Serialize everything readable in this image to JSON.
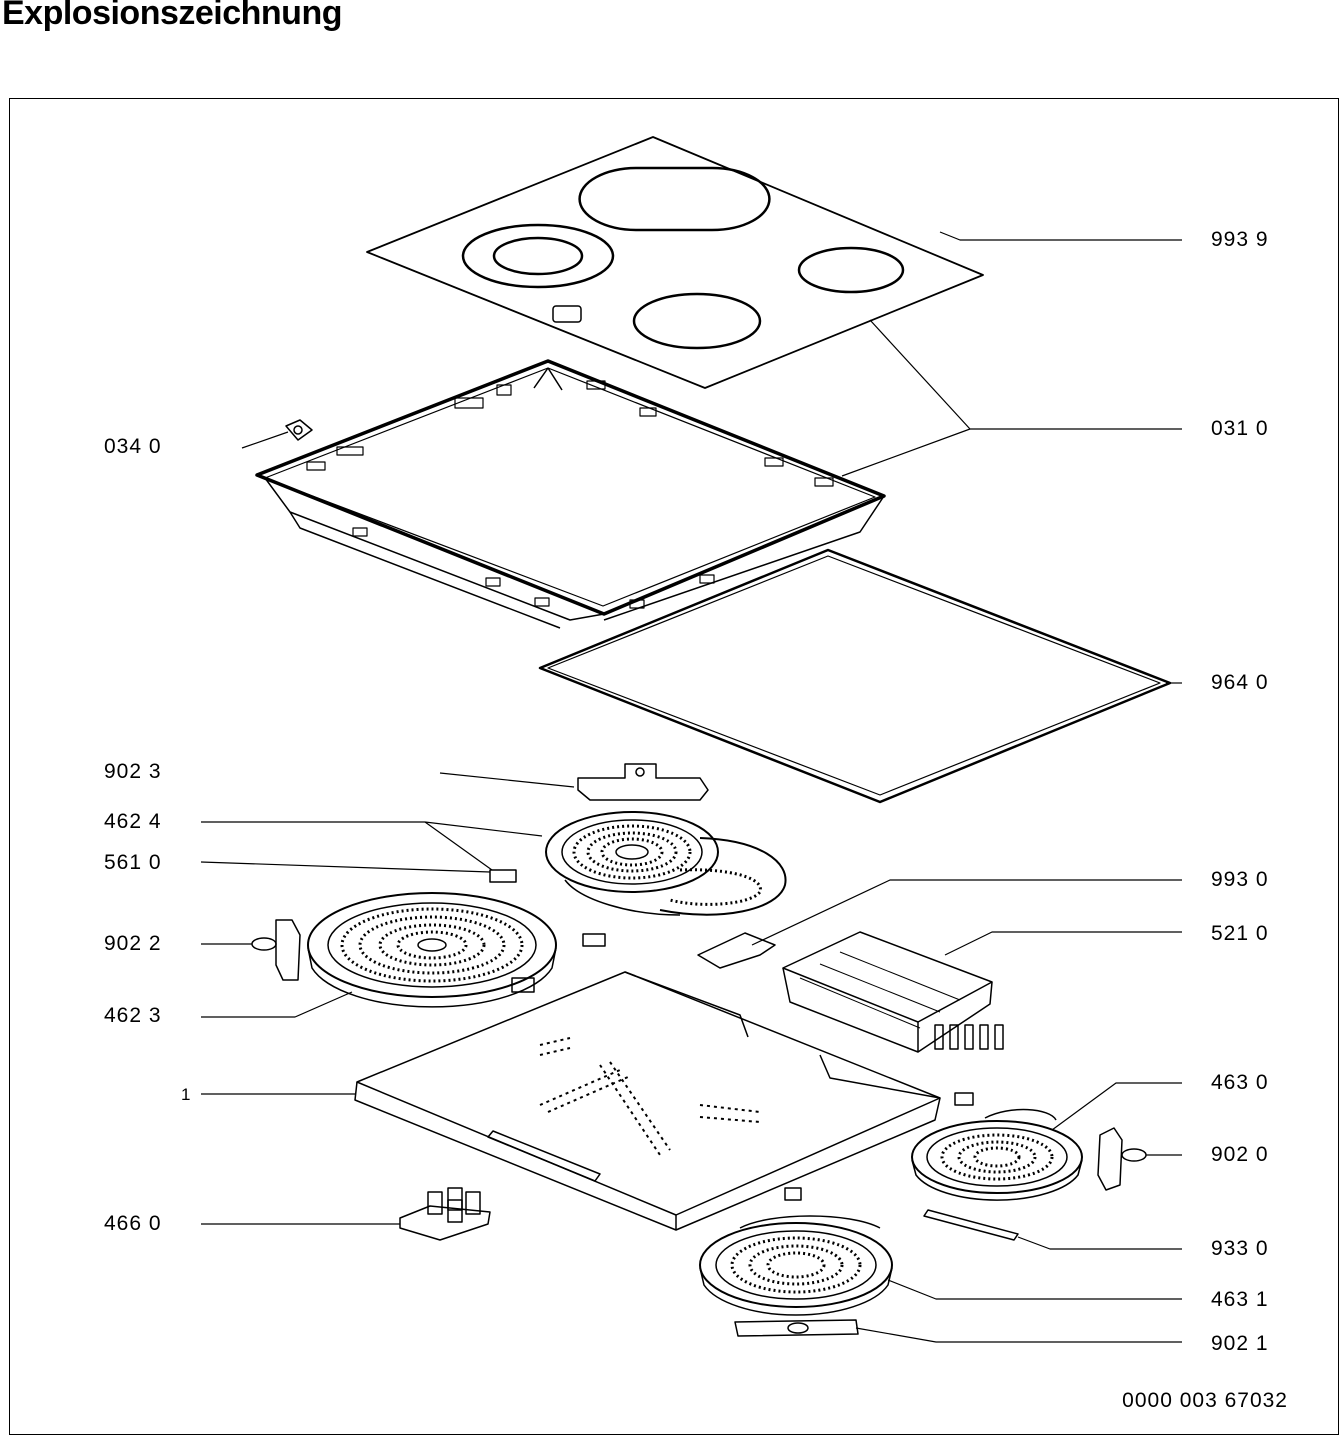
{
  "page": {
    "title": "Explosionszeichnung"
  },
  "parts": [
    {
      "id": "part-993-9",
      "label": "993 9"
    },
    {
      "id": "part-031-0",
      "label": "031 0"
    },
    {
      "id": "part-034-0",
      "label": "034 0"
    },
    {
      "id": "part-964-0",
      "label": "964 0"
    },
    {
      "id": "part-902-3",
      "label": "902 3"
    },
    {
      "id": "part-462-4",
      "label": "462 4"
    },
    {
      "id": "part-561-0",
      "label": "561 0"
    },
    {
      "id": "part-993-0",
      "label": "993 0"
    },
    {
      "id": "part-902-2",
      "label": "902 2"
    },
    {
      "id": "part-521-0",
      "label": "521 0"
    },
    {
      "id": "part-462-3",
      "label": "462 3"
    },
    {
      "id": "part-1",
      "label": "1"
    },
    {
      "id": "part-463-0",
      "label": "463 0"
    },
    {
      "id": "part-902-0",
      "label": "902 0"
    },
    {
      "id": "part-466-0",
      "label": "466 0"
    },
    {
      "id": "part-933-0",
      "label": "933 0"
    },
    {
      "id": "part-463-1",
      "label": "463 1"
    },
    {
      "id": "part-902-1",
      "label": "902 1"
    }
  ],
  "document": {
    "number": "0000 003 67032"
  }
}
